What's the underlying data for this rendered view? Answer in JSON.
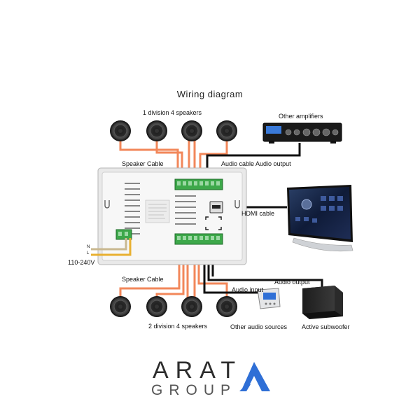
{
  "title": "Wiring diagram",
  "labels": {
    "division1": "1 division 4 speakers",
    "division2": "2 division 4 speakers",
    "speaker_cable_top": "Speaker Cable",
    "speaker_cable_bottom": "Speaker Cable",
    "audio_cable_output": "Audio cable Audio output",
    "other_amplifiers": "Other amplifiers",
    "hdmi_cable": "HDMI cable",
    "audio_input": "Audio input",
    "audio_output": "Audio output",
    "other_audio_sources": "Other audio sources",
    "active_subwoofer": "Active subwoofer",
    "voltage": "110-240V",
    "n": "N",
    "l": "L"
  },
  "brand": {
    "word": "ARAT",
    "sub": "GROUP",
    "color_dark": "#2d2d2d",
    "color_accent": "#2f6fd6"
  },
  "colors": {
    "speaker_cable": "#f2875a",
    "audio_cable": "#111111",
    "live_wire": "#e8b030",
    "neutral_wire": "#c9b890",
    "terminal_green": "#3da84a"
  }
}
